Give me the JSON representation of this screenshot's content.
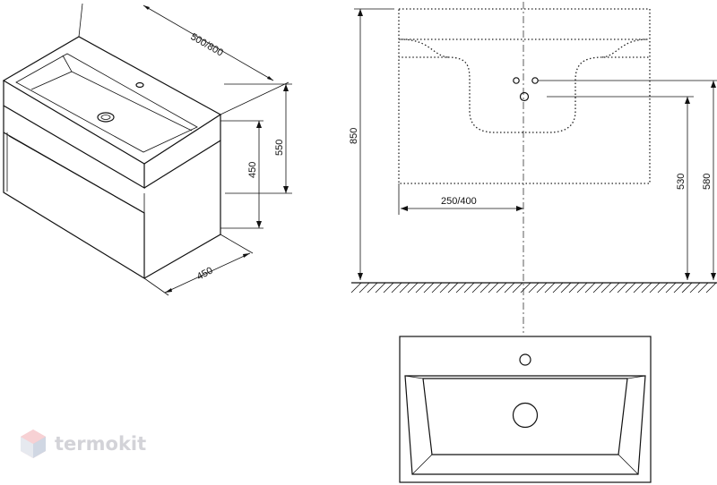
{
  "dimensions": {
    "iso_width": "500/800",
    "iso_height_total": "550",
    "iso_height_cabinet": "450",
    "iso_depth": "450",
    "front_total_height": "850",
    "front_width_offset": "250/400",
    "front_outlet_low": "530",
    "front_outlet_high": "580"
  },
  "watermark": {
    "text": "termokit"
  },
  "colors": {
    "line": "#111111",
    "watermark": "#cfcfd4",
    "watermark_logo": "#f3b8bd"
  }
}
